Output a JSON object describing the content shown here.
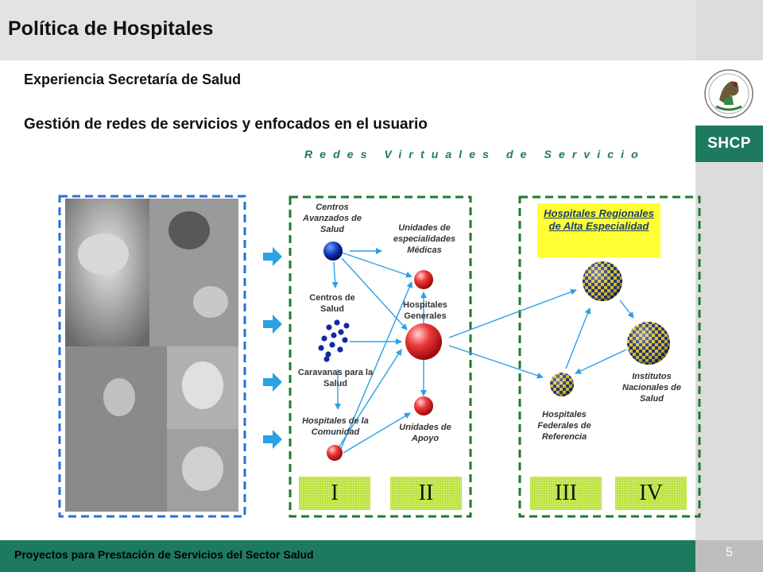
{
  "header": {
    "title": "Política de Hospitales",
    "subtitle1": "Experiencia Secretaría de Salud",
    "subtitle2": "Gestión de redes de servicios y enfocados en el usuario",
    "tagline": "Redes Virtuales de Servicio",
    "agency": "SHCP"
  },
  "diagram": {
    "labels": {
      "centros_avanzados": "Centros Avanzados de Salud",
      "unidades_especialidades": "Unidades de especialidades Médicas",
      "centros_salud": "Centros de Salud",
      "hospitales_generales": "Hospitales Generales",
      "caravanas": "Caravanas para la Salud",
      "hospitales_comunidad": "Hospitales de la Comunidad",
      "unidades_apoyo": "Unidades de Apoyo",
      "hospitales_regionales": "Hospitales Regionales de Alta Especialidad",
      "institutos_nacionales": "Institutos Nacionales de Salud",
      "hospitales_federales": "Hospitales Federales de Referencia"
    },
    "levels": [
      "I",
      "II",
      "III",
      "IV"
    ],
    "colors": {
      "network_frame": "#1e7a2e",
      "photo_frame": "#2a6fd6",
      "arrow": "#2aa0e6",
      "level_fill": "#b9e13a",
      "highlight": "#ffff33",
      "brand_green": "#1e7a5e"
    }
  },
  "footer": {
    "text": "Proyectos para Prestación de Servicios del Sector Salud",
    "page": "5"
  }
}
